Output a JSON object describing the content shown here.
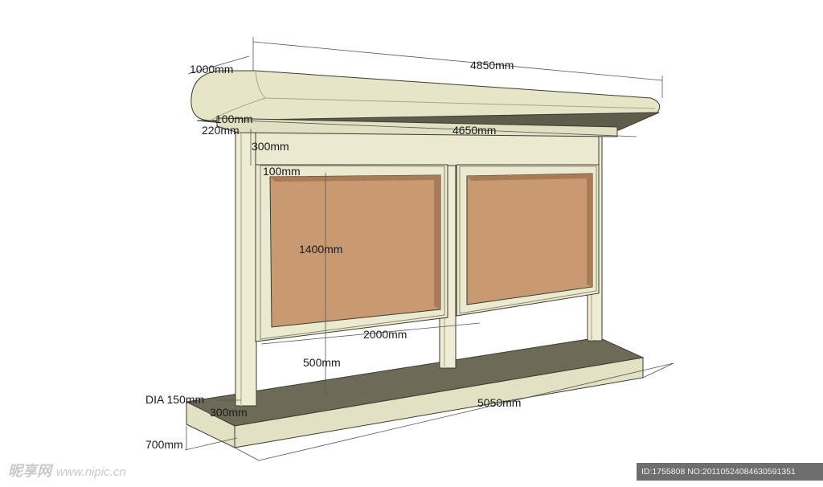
{
  "colors": {
    "roof": "#e7e5c8",
    "roof_shadow": "#c6c3a2",
    "frame": "#ebe9cf",
    "frame_edge": "#3c3c30",
    "panel_dark": "#b98c66",
    "panel_light": "#c99a72",
    "base_top": "#6d6b58",
    "base_front": "#e3e1c3",
    "post": "#eeecd4",
    "dim_line": "#555555"
  },
  "dimensions": {
    "roof_length": "4850mm",
    "roof_depth": "1000mm",
    "fascia_100": "100mm",
    "fascia_220": "220mm",
    "header_height": "300mm",
    "frame_width": "100mm",
    "board_height": "1400mm",
    "inner_span": "4650mm",
    "board_width": "2000mm",
    "clearance": "500mm",
    "post_dia": "DIA 150mm",
    "base_height": "300mm",
    "base_length": "5050mm",
    "base_depth": "700mm"
  },
  "watermark": {
    "logo_text": "昵享网",
    "logo_url": "www.nipic.cn",
    "id_text": "ID:1755808 NO:20110524084630591351"
  }
}
